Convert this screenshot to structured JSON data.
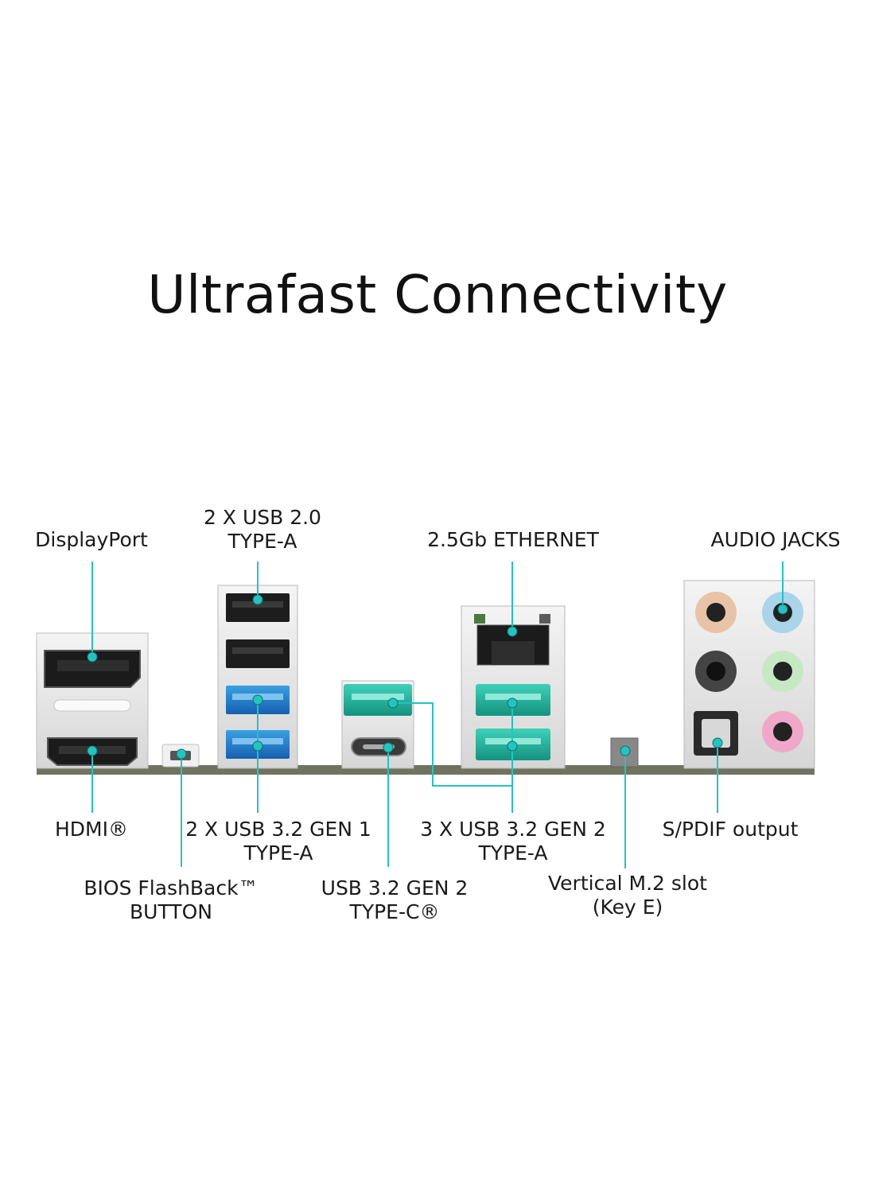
{
  "title": "Ultrafast Connectivity",
  "accent_color": "#22c4c0",
  "labels": {
    "displayport": "DisplayPort",
    "usb20_line1": "2 X USB 2.0",
    "usb20_line2": "TYPE-A",
    "ethernet": "2.5Gb ETHERNET",
    "audio": "AUDIO JACKS",
    "hdmi": "HDMI®",
    "usb32g1_line1": "2 X USB 3.2 GEN 1",
    "usb32g1_line2": "TYPE-A",
    "usb32g2a_line1": "3 X USB 3.2 GEN 2",
    "usb32g2a_line2": "TYPE-A",
    "spdif": "S/PDIF output",
    "bios_line1": "BIOS FlashBack™",
    "bios_line2": "BUTTON",
    "usbc_line1": "USB 3.2 GEN 2",
    "usbc_line2": "TYPE-C®",
    "m2_line1": "Vertical M.2 slot",
    "m2_line2": "(Key E)"
  }
}
